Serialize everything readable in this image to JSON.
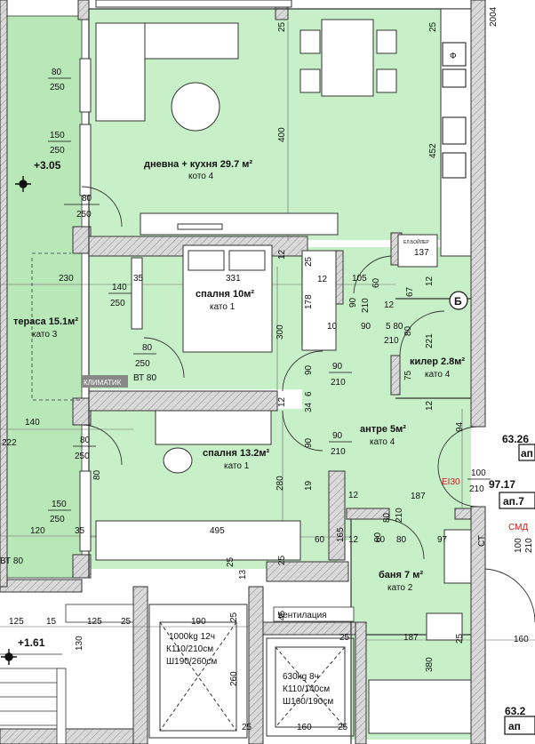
{
  "rooms": [
    {
      "name": "дневна + кухня 29.7 м²",
      "floor": "кото 4"
    },
    {
      "name": "спалня 10м²",
      "floor": "като 1"
    },
    {
      "name": "тераса 15.1м²",
      "floor": "като 3"
    },
    {
      "name": "спалня 13.2м²",
      "floor": "като 1"
    },
    {
      "name": "антре 5м²",
      "floor": "като 4"
    },
    {
      "name": "килер 2.8м²",
      "floor": "като 4"
    },
    {
      "name": "баня 7 м²",
      "floor": "като 2"
    }
  ],
  "elevator_large": {
    "capacity": "1000kg 12ч",
    "cabin": "К110/210см",
    "shaft": "Ш190/260см"
  },
  "elevator_small": {
    "capacity": "630kg 8ч",
    "cabin": "К110/140см",
    "shaft": "Ш160/190см"
  },
  "labels": {
    "ventilation": "вентилация",
    "climatic": "КЛИМАТИК",
    "bt80_a": "ВТ 80",
    "bt80_b": "ВТ 80",
    "ei30": "EI30",
    "smd": "СМД",
    "ct": "СТ",
    "b_symbol": "Б",
    "heater": "ЕЛ.БОЙЛЕР",
    "fridge": "Ф"
  },
  "levels": {
    "terrace": "+3.05",
    "stair": "+1.61",
    "right_a": "63.26",
    "right_b": "97.17",
    "right_c": "63.2"
  },
  "apartments": {
    "right_a": "ап",
    "right_b": "ап.7",
    "right_c": "ап"
  },
  "dims": {
    "w80_250_a": [
      "80",
      "250"
    ],
    "w150_250_a": [
      "150",
      "250"
    ],
    "w80_250_b": [
      "80",
      "250"
    ],
    "d230": "230",
    "w140_250": [
      "140",
      "250"
    ],
    "d35_a": "35",
    "w80_250_c": [
      "80",
      "250"
    ],
    "d140": "140",
    "d222": "222",
    "w80_250_d": [
      "80",
      "250"
    ],
    "w150_250_b": [
      "150",
      "250"
    ],
    "d120": "120",
    "d35_b": "35",
    "d331": "331",
    "d300": "300",
    "d495": "495",
    "d280": "280",
    "d400": "400",
    "d452": "452",
    "d25_a": "25",
    "d25_b": "25",
    "d12_a": "12",
    "d25_c": "25",
    "d178": "178",
    "d12_b": "12",
    "d105": "105",
    "d60_a": "60",
    "d12_c": "12",
    "d137": "137",
    "d67": "67",
    "d12_d": "12",
    "d90_210_a": [
      "90",
      "210"
    ],
    "d10_a": "10",
    "d90_a": "90",
    "d580": "5 80",
    "d210_a": "210",
    "d80_a": "80",
    "d221": "221",
    "d75": "75",
    "d90_210_b": [
      "90",
      "210"
    ],
    "d90_b": "90",
    "d12_e": "12",
    "d34": "34",
    "d6": "6",
    "d12_f": "12",
    "d94": "94",
    "d90_210_c": [
      "90",
      "210"
    ],
    "d90_c": "90",
    "d19": "19",
    "d100_210": [
      "100",
      "210"
    ],
    "d12_g": "12",
    "d187_a": "187",
    "d80_210": [
      "80",
      "210"
    ],
    "d165": "165",
    "d60_b": "60",
    "d12_h": "12",
    "d10_b": "10",
    "d80_b": "80",
    "d97": "97",
    "d100_210_b": [
      "100",
      "210"
    ],
    "d25_d": "25",
    "d13": "13",
    "d25_e": "25",
    "d45": "45",
    "d125_a": "125",
    "d15": "15",
    "d125_b": "125",
    "d25_f": "25",
    "d190": "190",
    "d25_g": "25",
    "d130": "130",
    "d260": "260",
    "d25_h": "25",
    "d187_b": "187",
    "d25_i": "25",
    "d380": "380",
    "d160_a": "160",
    "d160_b": "160",
    "d25_j": "25",
    "d25_k": "25",
    "d2004": "2004",
    "d80_c": "80",
    "d80_d": "80"
  }
}
